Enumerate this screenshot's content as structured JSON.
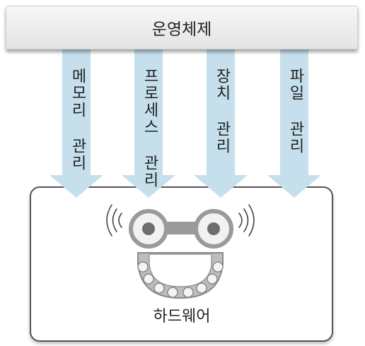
{
  "os_label": "운영체제",
  "hardware_label": "하드웨어",
  "arrows": [
    {
      "label": "메모리 관리"
    },
    {
      "label": "프로세스 관리"
    },
    {
      "label": "장치 관리"
    },
    {
      "label": "파일 관리"
    }
  ],
  "colors": {
    "arrow_fill": "#c6dfec",
    "box_border": "#555555",
    "robot_gray": "#9a9a9a"
  },
  "icons": [
    "robot-face-icon",
    "sound-wave-icon"
  ]
}
